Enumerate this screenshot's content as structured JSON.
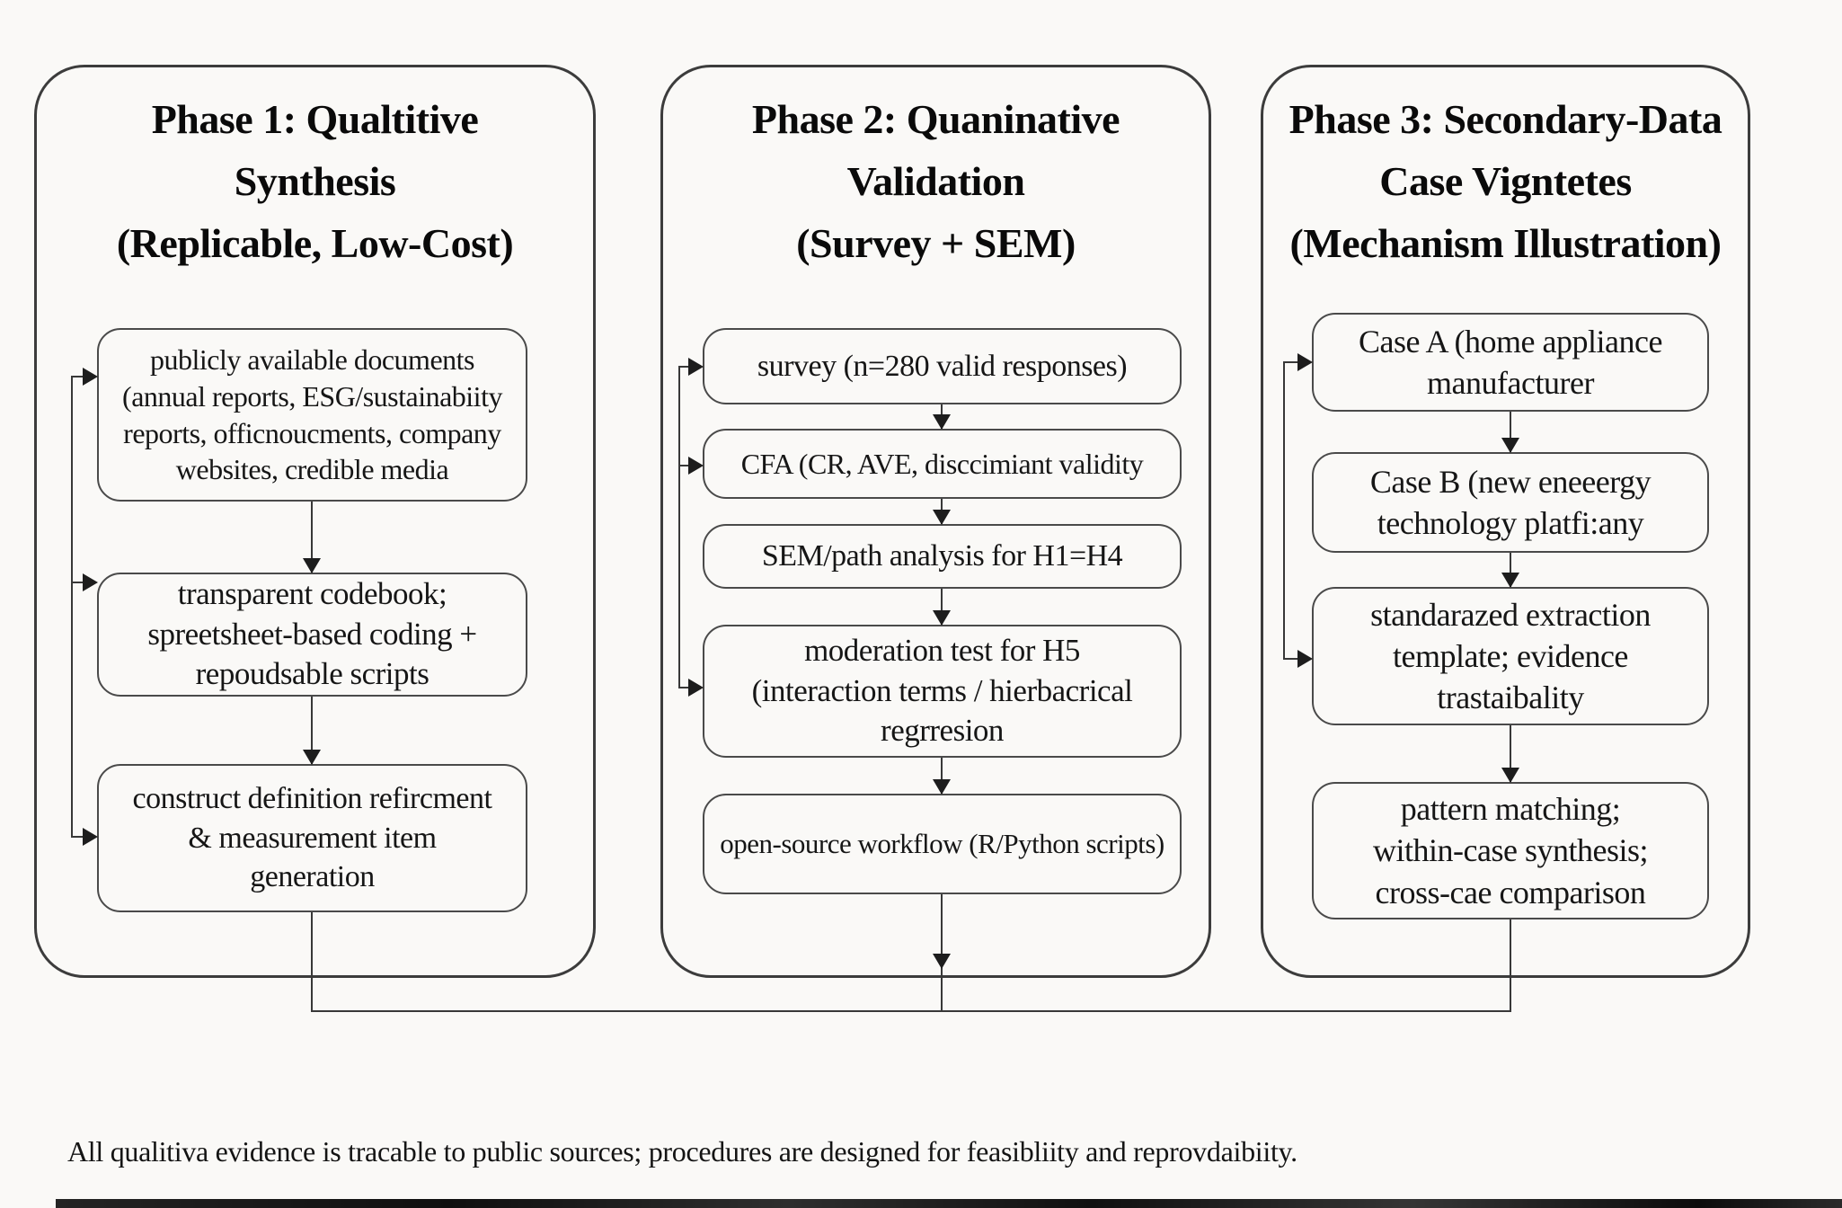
{
  "phase1": {
    "title": "Phase 1: Qualtitive\nSynthesis\n(Replicable, Low-Cost)",
    "boxes": [
      "publicly available documents\n(annual reports, ESG/sustainabiity\nreports, officnoucments, company\nwebsites, credible media",
      "transparent codebook;\nspreetsheet-based coding +\nrepoudsable scripts",
      "construct definition refircment\n& measurement item\ngeneration"
    ]
  },
  "phase2": {
    "title": "Phase 2: Quaninative\nValidation\n(Survey + SEM)",
    "boxes": [
      "survey (n=280 valid responses)",
      "CFA (CR, AVE, disccimiant validity",
      "SEM/path analysis for H1=H4",
      "moderation test for H5\n(interaction terms / hierbacrical\nregrresion",
      "open-source workflow (R/Python scripts)"
    ]
  },
  "phase3": {
    "title": "Phase 3: Secondary-Data\nCase Vigntetes\n(Mechanism Illustration)",
    "boxes": [
      "Case A (home appliance\nmanufacturer",
      "Case B (new eneeergy\ntechnology platfi:any",
      "standarazed extraction\ntemplate; evidence\ntrastaibality",
      "pattern matching;\nwithin-case synthesis;\ncross-cae comparison"
    ]
  },
  "caption": "All qualitiva evidence is tracable to public sources; procedures are designed for feasibliity and reprovdaibiity.",
  "colors": {
    "line": "#383838",
    "text": "#161616",
    "background": "#faf9f7"
  }
}
